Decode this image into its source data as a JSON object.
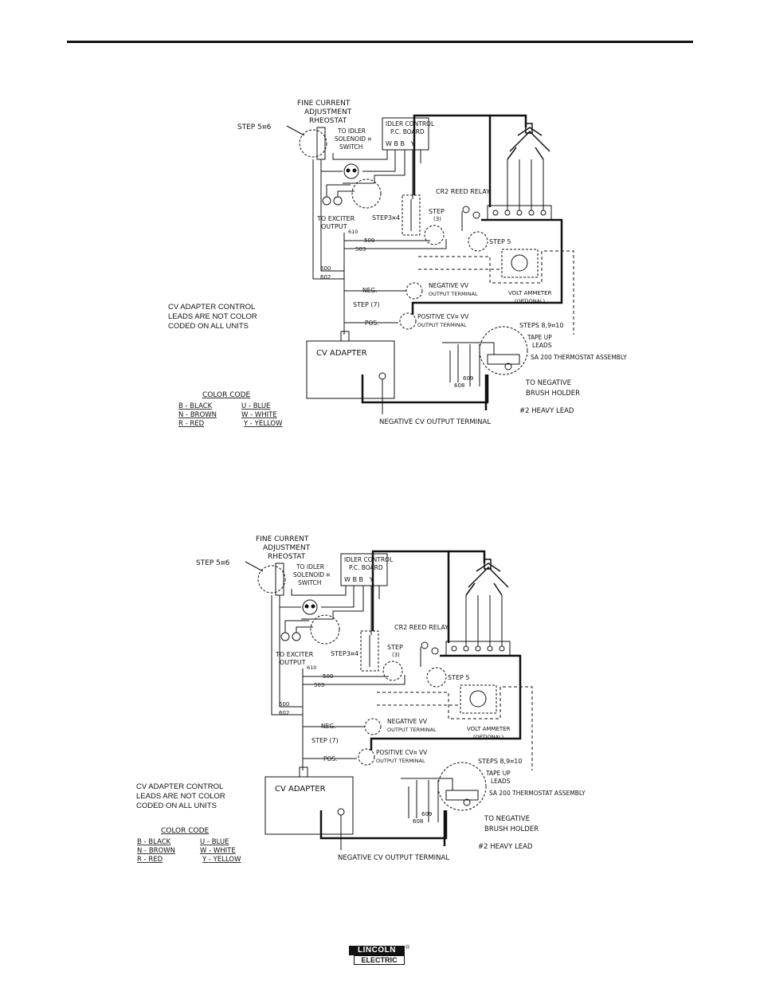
{
  "diagrams": [
    {
      "fine_current": "FINE CURRENT",
      "adjustment": "ADJUSTMENT",
      "rheostat": "RHEOSTAT",
      "step_56": "STEP 5¤6",
      "to_idler": "TO IDLER",
      "solenoid": "SOLENOID ¤",
      "switch": "SWITCH",
      "idler_control": "IDLER CONTROL",
      "pc_board": "P.C. BOARD",
      "board_terms": "W B B   Y",
      "step_34": "STEP3¤4",
      "cr2": "CR2  REED RELAY",
      "step": "STEP",
      "step3": "(3)",
      "to_exciter": "TO EXCITER",
      "output": "OUTPUT",
      "step5": "STEP 5",
      "w509": "509",
      "w503": "503",
      "w610": "610",
      "w600": "600",
      "w602": "602",
      "neg": "NEG.",
      "neg_vv": "NEGATIVE VV",
      "output_terminal": "OUTPUT TERMINAL",
      "volt_ammeter": "VOLT AMMETER",
      "optional": "(OPTIONAL)",
      "step7": "STEP (7)",
      "pos": "POS.",
      "pos_cv": "POSITIVE CV¤ VV",
      "steps_8910": "STEPS 8,9¤10",
      "tape_up": "TAPE UP",
      "leads": "LEADS",
      "thermostat": "SA 200 THERMOSTAT  ASSEMBLY",
      "to_negative": "TO NEGATIVE",
      "brush_holder": "BRUSH HOLDER",
      "cv_adapter": "CV ADAPTER",
      "heavy_lead": "#2 HEAVY LEAD",
      "neg_cv": "NEGATIVE CV OUTPUT TERMINAL",
      "w609": "609",
      "w608": "608",
      "note": "CV ADAPTER CONTROL LEADS ARE NOT COLOR CODED ON ALL UNITS",
      "color_code_title": "COLOR CODE",
      "color_codes": [
        "B - BLACK",
        "U - BLUE",
        "N - BROWN",
        "W - WHITE",
        "R - RED",
        "Y - YELLOW"
      ]
    },
    {
      "fine_current": "FINE CURRENT",
      "adjustment": "ADJUSTMENT",
      "rheostat": "RHEOSTAT",
      "step_56": "STEP 5¤6",
      "to_idler": "TO IDLER",
      "solenoid": "SOLENOID ¤",
      "switch": "SWITCH",
      "idler_control": "IDLER CONTROL",
      "pc_board": "P.C. BOARD",
      "board_terms": "W B B   Y",
      "step_34": "STEP3¤4",
      "cr2": "CR2  REED RELAY",
      "step": "STEP",
      "step3": "(3)",
      "to_exciter": "TO EXCITER",
      "output": "OUTPUT",
      "step5": "STEP 5",
      "w509": "509",
      "w503": "503",
      "w610": "610",
      "w600": "600",
      "w602": "602",
      "neg": "NEG.",
      "neg_vv": "NEGATIVE VV",
      "output_terminal": "OUTPUT TERMINAL",
      "volt_ammeter": "VOLT AMMETER",
      "optional": "(OPTIONAL)",
      "step7": "STEP (7)",
      "pos": "POS.",
      "pos_cv": "POSITIVE CV¤ VV",
      "steps_8910": "STEPS 8,9¤10",
      "tape_up": "TAPE UP",
      "leads": "LEADS",
      "thermostat": "SA 200 THERMOSTAT  ASSEMBLY",
      "to_negative": "TO NEGATIVE",
      "brush_holder": "BRUSH HOLDER",
      "cv_adapter": "CV ADAPTER",
      "heavy_lead": "#2 HEAVY LEAD",
      "neg_cv": "NEGATIVE CV OUTPUT TERMINAL",
      "w609": "609",
      "w608": "608",
      "note": "CV ADAPTER CONTROL LEADS ARE NOT COLOR CODED ON ALL UNITS",
      "color_code_title": "COLOR CODE",
      "color_codes": [
        "B - BLACK",
        "U - BLUE",
        "N - BROWN",
        "W - WHITE",
        "R - RED",
        "Y - YELLOW"
      ]
    }
  ],
  "logo": {
    "line1": "LINCOLN",
    "line2": "ELECTRIC",
    "reg": "®"
  }
}
